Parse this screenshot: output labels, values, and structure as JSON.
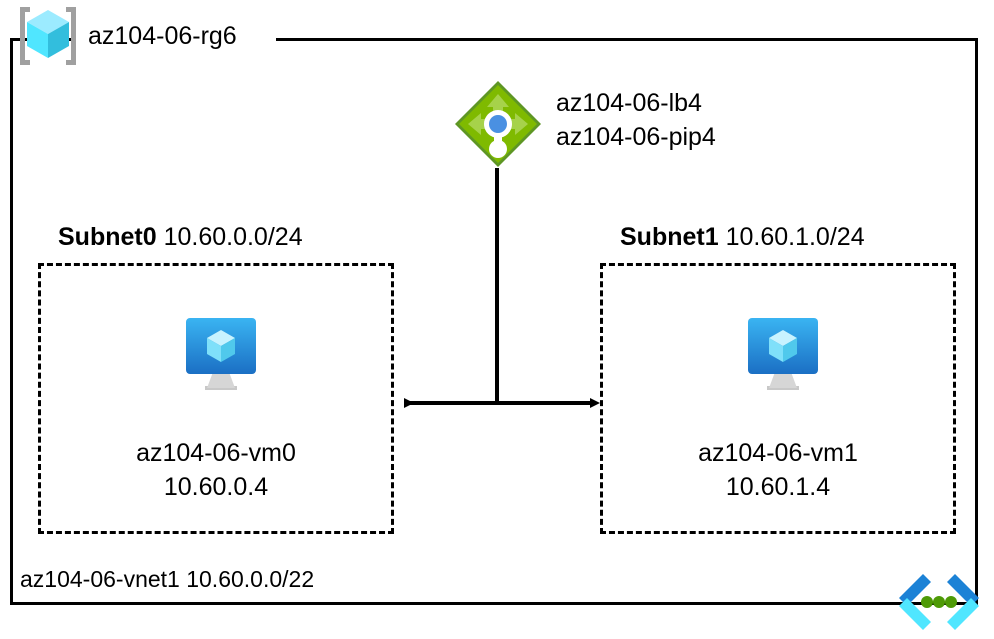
{
  "diagram": {
    "title": "az104-06-rg6",
    "resource_group": {
      "name": "az104-06-rg6",
      "icon": "resource-group-icon"
    },
    "load_balancer": {
      "icon": "load-balancer-icon",
      "labels": [
        "az104-06-lb4",
        "az104-06-pip4"
      ],
      "lb_name": "az104-06-lb4",
      "pip_name": "az104-06-pip4"
    },
    "vnet": {
      "name": "az104-06-vnet1",
      "cidr": "10.60.0.0/22",
      "label": "az104-06-vnet1 10.60.0.0/22",
      "icon": "virtual-network-icon"
    },
    "subnets": [
      {
        "name": "Subnet0",
        "cidr": "10.60.0.0/24",
        "vm": {
          "name": "az104-06-vm0",
          "ip": "10.60.0.4",
          "icon": "virtual-machine-icon"
        }
      },
      {
        "name": "Subnet1",
        "cidr": "10.60.1.0/24",
        "vm": {
          "name": "az104-06-vm1",
          "ip": "10.60.1.4",
          "icon": "virtual-machine-icon"
        }
      }
    ],
    "colors": {
      "border": "#000000",
      "azure_cube_light": "#9CEBFF",
      "azure_cube_mid": "#50E6FF",
      "azure_cube_dark": "#32BEDD",
      "bracket_gray": "#A0A0A0",
      "lb_green_light": "#7FBA00",
      "lb_green_dark": "#5E9624",
      "lb_accent_blue": "#4A90E2",
      "vm_blue_light": "#32B0F0",
      "vm_blue_dark": "#1B6FC4",
      "vm_stand_gray": "#C8C8C8",
      "vnet_blue": "#1C82D6",
      "vnet_cyan": "#50E6FF",
      "vnet_green_dot": "#4E9A06"
    }
  }
}
